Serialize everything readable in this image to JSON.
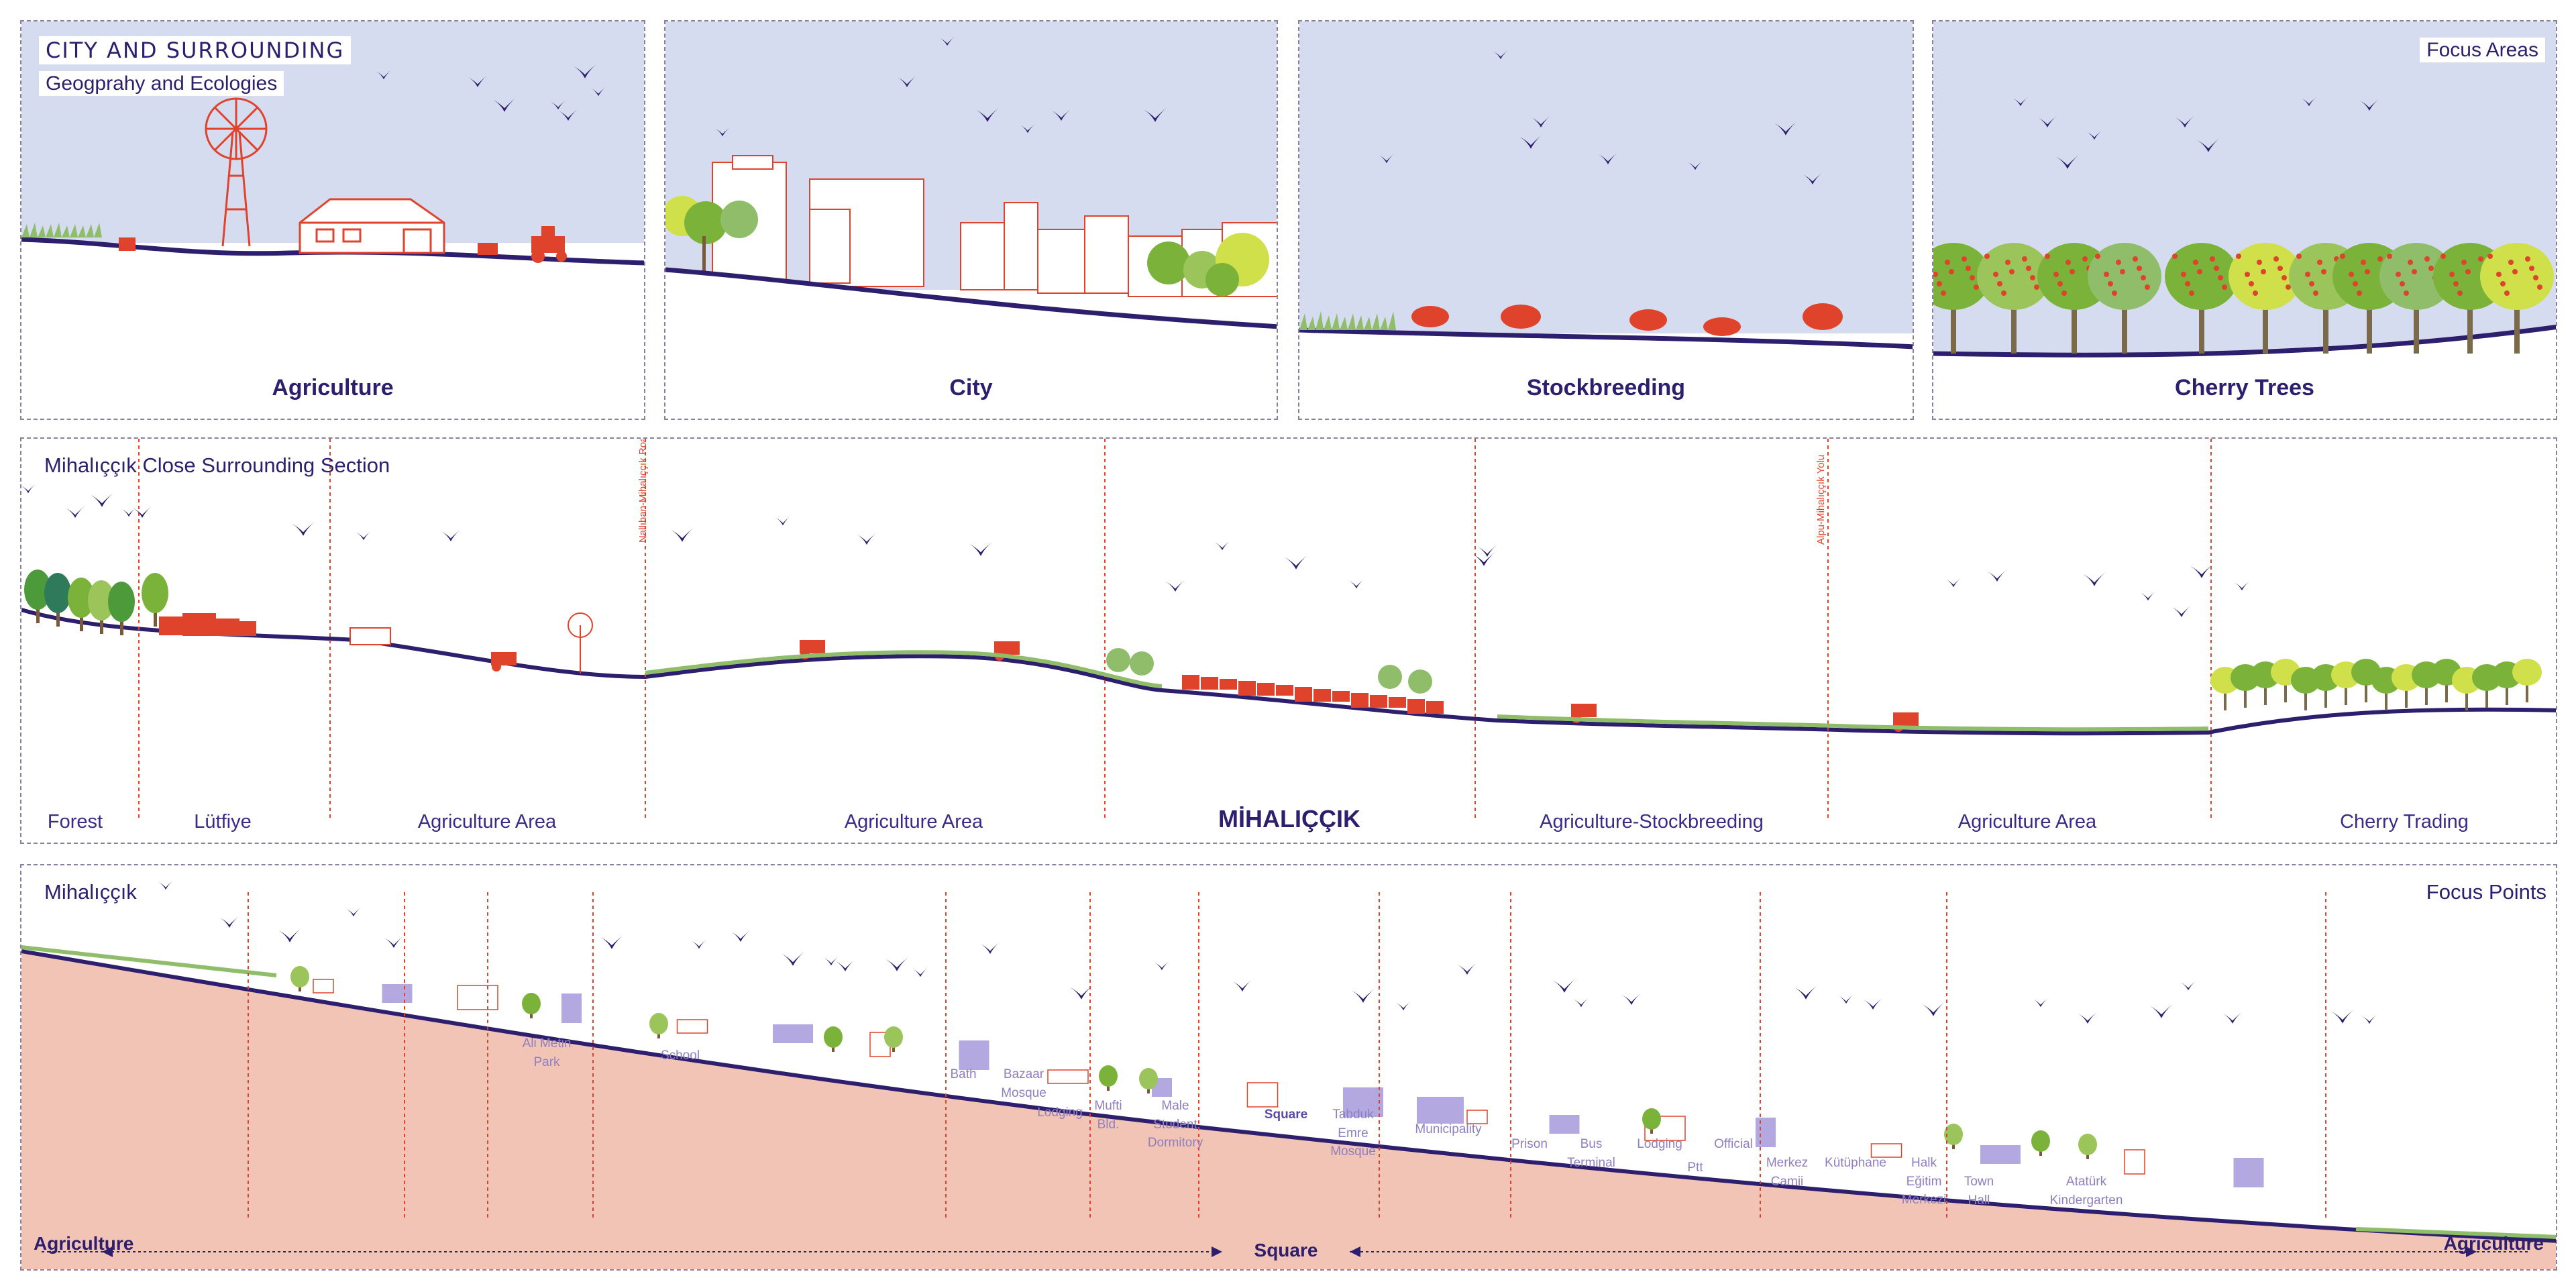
{
  "top_section": {
    "heading": "CITY AND SURROUNDING",
    "subheading": "Geogprahy and Ecologies",
    "focus_label": "Focus Areas",
    "panels": [
      {
        "title": "Agriculture"
      },
      {
        "title": "City"
      },
      {
        "title": "Stockbreeding"
      },
      {
        "title": "Cherry Trees"
      }
    ]
  },
  "middle_section": {
    "title": "Mihalıççık Close Surrounding Section",
    "roads": [
      "Nallıhan-Mihalıççık Road",
      "Alpu-Mihalıççık Yolu"
    ],
    "zones": [
      {
        "label": "Forest"
      },
      {
        "label": "Lütfiye"
      },
      {
        "label": "Agriculture Area"
      },
      {
        "label": "Agriculture Area"
      },
      {
        "label": "MİHALIÇÇIK"
      },
      {
        "label": "Agriculture-Stockbreeding"
      },
      {
        "label": "Agriculture Area"
      },
      {
        "label": "Cherry Trading"
      }
    ]
  },
  "bottom_section": {
    "title": "Mihalıççık",
    "focus_label": "Focus Points",
    "points": [
      {
        "label": "Ali Metin\nPark"
      },
      {
        "label": "School"
      },
      {
        "label": "Bath"
      },
      {
        "label": "Bazaar\nMosque"
      },
      {
        "label": "Lodging"
      },
      {
        "label": "Mufti\nBld."
      },
      {
        "label": "Male\nStudent\nDormitory"
      },
      {
        "label": "Square"
      },
      {
        "label": "Tabduk\nEmre\nMosque"
      },
      {
        "label": "Municipality"
      },
      {
        "label": "Prison"
      },
      {
        "label": "Bus\nTerminal"
      },
      {
        "label": "Lodging"
      },
      {
        "label": "Ptt"
      },
      {
        "label": "Official"
      },
      {
        "label": "Merkez\nCamii"
      },
      {
        "label": "Kütüphane"
      },
      {
        "label": "Halk\nEğitim\nMerkezi"
      },
      {
        "label": "Town\nHall"
      },
      {
        "label": "Atatürk\nKindergarten"
      }
    ],
    "footer": {
      "left": "Agriculture",
      "center": "Square",
      "right": "Agriculture"
    }
  },
  "colors": {
    "sky": "#d6dcef",
    "ground_line": "#2d1f6e",
    "accent_red": "#e0432b",
    "grass": "#8fbd6a",
    "tree_green": "#7bb33a",
    "tree_lime": "#cfe04a",
    "hill_fill": "#f2c4b6",
    "building_blue": "#b3a9e0",
    "bird": "#2d1f6e"
  }
}
